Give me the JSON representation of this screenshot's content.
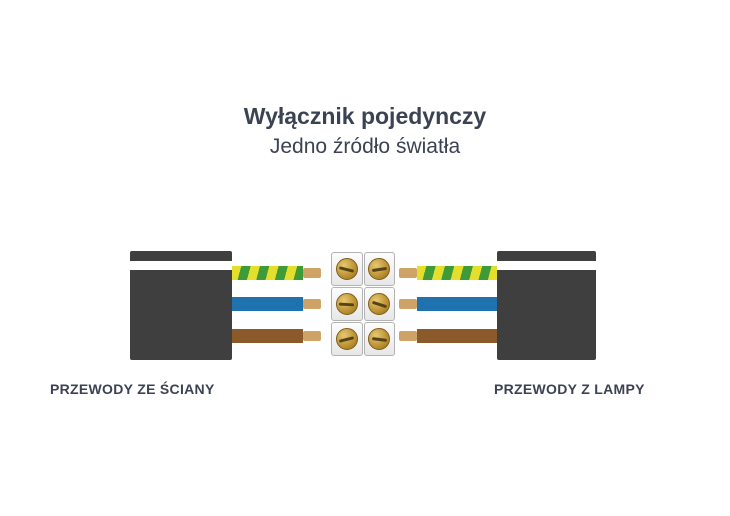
{
  "title": "Wyłącznik pojedynczy",
  "subtitle": "Jedno źródło światła",
  "captions": {
    "left": "PRZEWODY ZE ŚCIANY",
    "right": "PRZEWODY Z LAMPY"
  },
  "wires": [
    {
      "name": "ground",
      "insulation": "yellow-green"
    },
    {
      "name": "neutral",
      "insulation": "blue"
    },
    {
      "name": "live",
      "insulation": "brown"
    }
  ],
  "terminal": {
    "rows": 3,
    "cols": 2,
    "screws": 6
  },
  "colors": {
    "text": "#3b4252",
    "jacket": "#3f3f3f",
    "stripe": "#ffffff",
    "ground_green": "#3f9b37",
    "ground_yellow": "#e4de2c",
    "neutral_blue": "#1f72ad",
    "live_brown": "#8a5a2b",
    "copper": "#cfa368",
    "terminal_border": "#b3b3b3",
    "screw": "#b98e2f"
  }
}
